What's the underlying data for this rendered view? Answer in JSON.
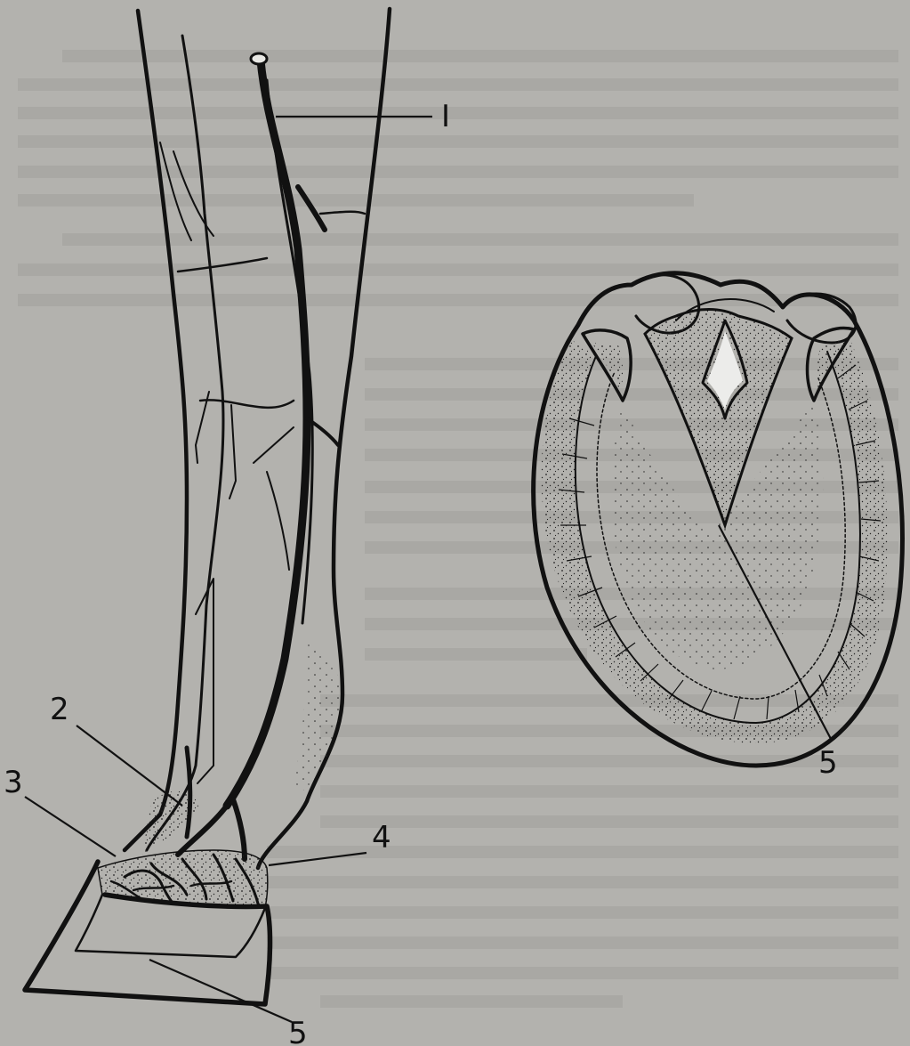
{
  "callouts": {
    "label_I": "I",
    "label_2": "2",
    "label_3": "3",
    "label_4": "4",
    "label_5_leg": "5",
    "label_5_hoof": "5"
  }
}
